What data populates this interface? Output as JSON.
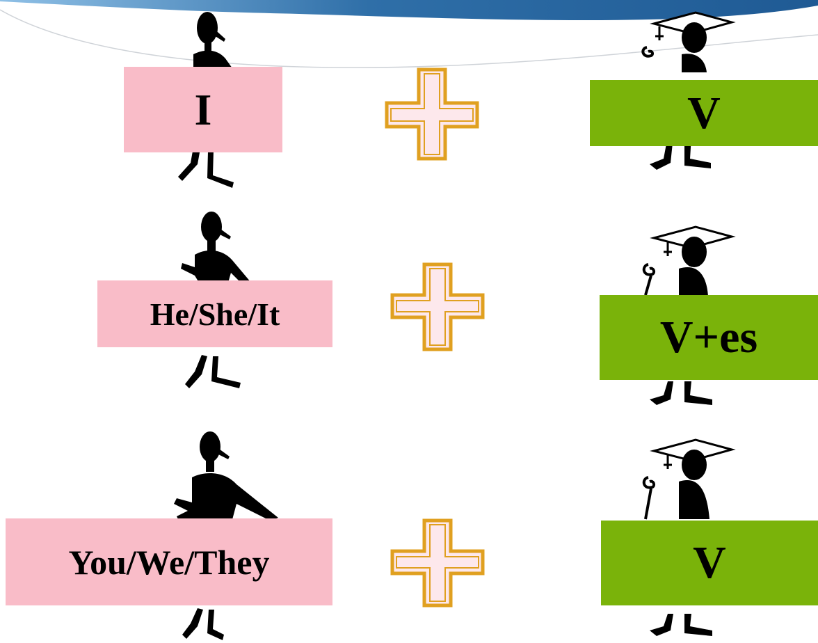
{
  "colors": {
    "subject_box": "#f9bcc8",
    "verb_box": "#7ab30a",
    "plus_stroke": "#e0a020",
    "plus_fill": "#fde8ec",
    "banner_dark": "#2f6fa8",
    "banner_light": "#8fc0e6",
    "silhouette": "#000000"
  },
  "rows": [
    {
      "subject": "I",
      "operator_icon": "plus-icon",
      "verb": "V"
    },
    {
      "subject": "He/She/It",
      "operator_icon": "plus-icon",
      "verb": "V+es"
    },
    {
      "subject": "You/We/They",
      "operator_icon": "plus-icon",
      "verb": "V"
    }
  ],
  "figures": {
    "left": "person-silhouette-icon",
    "right": "graduate-silhouette-icon"
  }
}
